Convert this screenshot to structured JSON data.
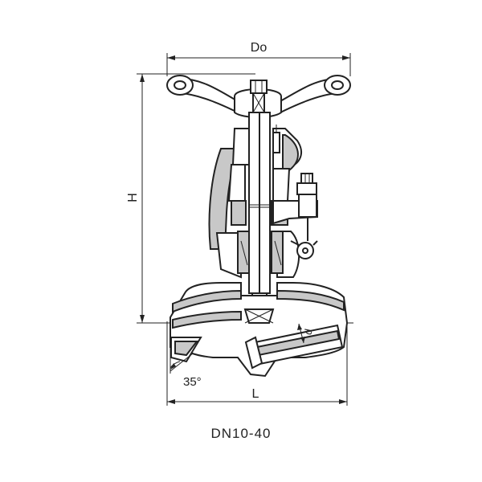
{
  "labels": {
    "handwheel_diameter": "Do",
    "height": "H",
    "length": "L",
    "bore": "d",
    "angle": "35°"
  },
  "caption": "DN10-40"
}
